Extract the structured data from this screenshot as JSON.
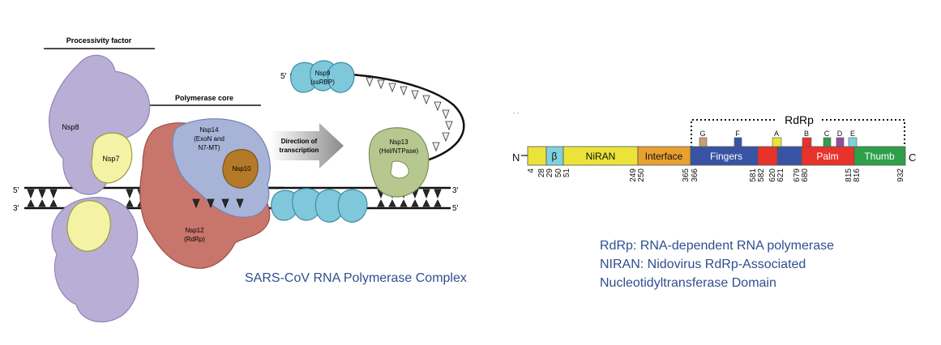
{
  "complex": {
    "processivity_label": "Processivity factor",
    "polymerase_core_label": "Polymerase core",
    "nsp8": "Nsp8",
    "nsp7": "Nsp7",
    "nsp14_l1": "Nsp14",
    "nsp14_l2": "(ExoN and",
    "nsp14_l3": "N7-MT)",
    "nsp10": "Nsp10",
    "nsp12_l1": "Nsp12",
    "nsp12_l2": "(RdRp)",
    "nsp9_l1": "Nsp9",
    "nsp9_l2": "(ssRBP)",
    "nsp13_l1": "Nsp13",
    "nsp13_l2": "(Hel/NTPase)",
    "direction_l1": "Direction of",
    "direction_l2": "transcription",
    "prime5": "5′",
    "prime3": "3′",
    "caption": "SARS-CoV RNA Polymerase Complex"
  },
  "domain_map": {
    "title": "RdRp",
    "n_label": "N",
    "c_label": "C",
    "beta": "β",
    "niran": "NiRAN",
    "interface": "Interface",
    "fingers": "Fingers",
    "palm": "Palm",
    "thumb": "Thumb",
    "motifs": [
      "G",
      "F",
      "A",
      "B",
      "C",
      "D",
      "E"
    ],
    "ticks": [
      "4",
      "28",
      "29",
      "50",
      "51",
      "249",
      "250",
      "365",
      "366",
      "581",
      "582",
      "620",
      "621",
      "679",
      "680",
      "815",
      "816",
      "932"
    ],
    "colors": {
      "yellow": "#ebe23a",
      "light_blue": "#7fd1e0",
      "orange": "#e8a030",
      "dark_blue": "#3953a4",
      "red": "#e8332a",
      "green": "#2ea04a",
      "tan": "#c8a074",
      "purple": "#8e4fa0"
    }
  },
  "legend": {
    "line1": "RdRp: RNA-dependent RNA polymerase",
    "line2": "NIRAN: Nidovirus RdRp-Associated",
    "line3": "Nucleotidyltransferase Domain"
  }
}
